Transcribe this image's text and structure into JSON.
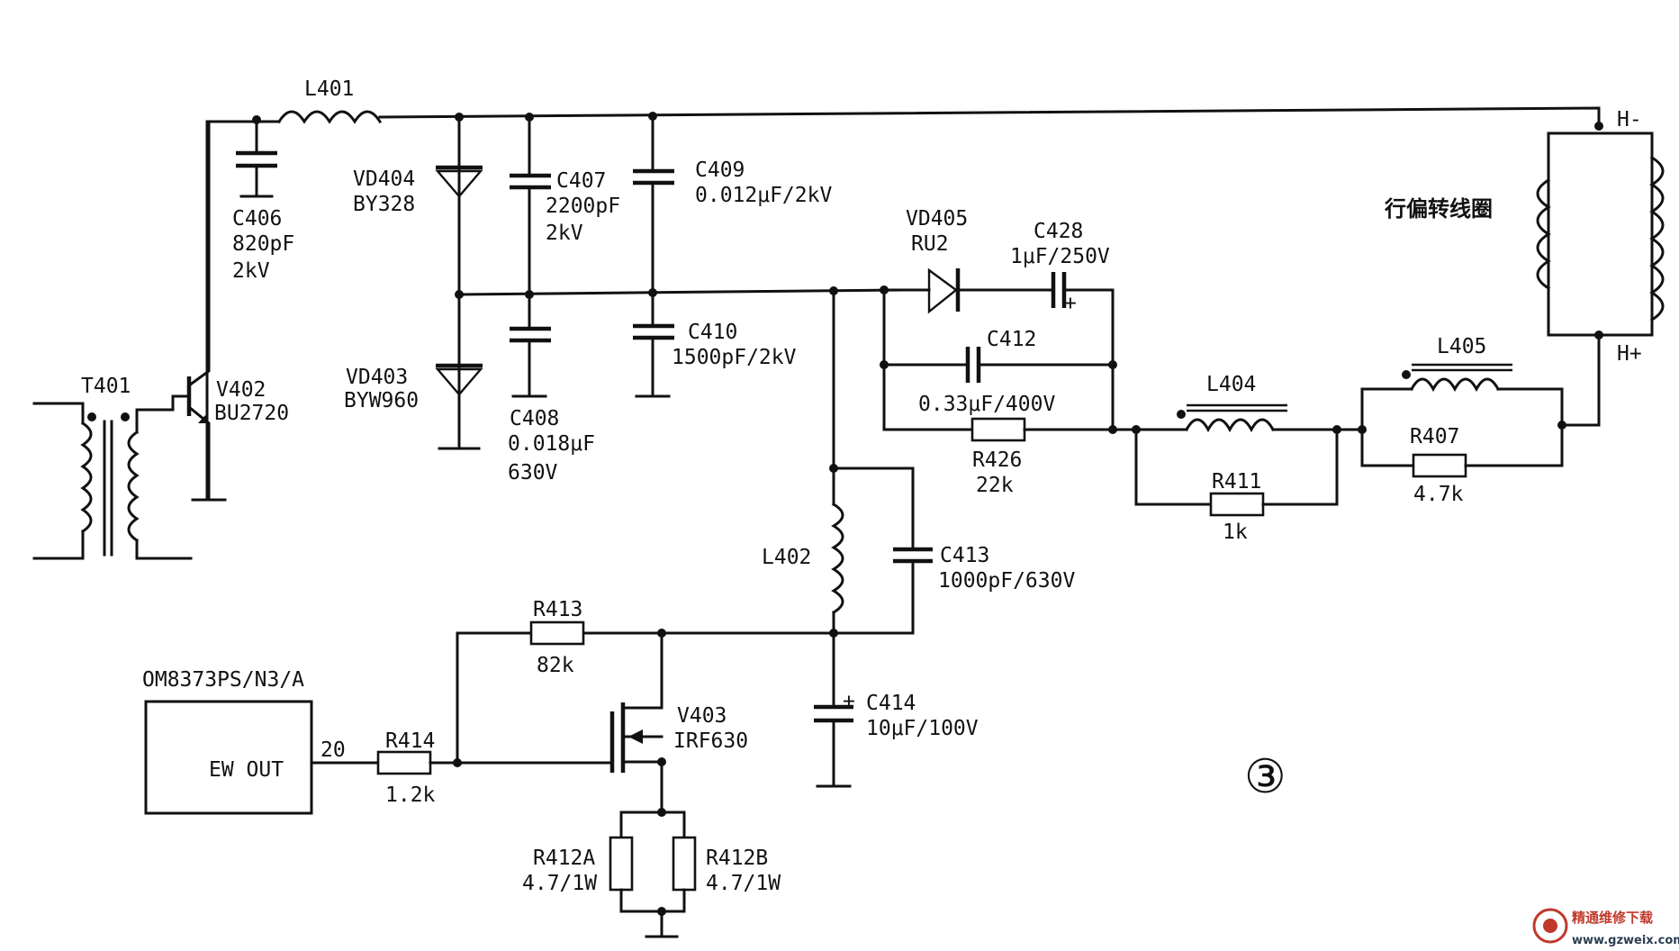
{
  "labels": {
    "L401": "L401",
    "C406": "C406",
    "C406_val": "820pF",
    "C406_v": "2kV",
    "VD404": "VD404",
    "VD404_part": "BY328",
    "C407": "C407",
    "C407_val": "2200pF",
    "C407_v": "2kV",
    "C409": "C409",
    "C409_val": "0.012μF/2kV",
    "VD403": "VD403",
    "VD403_part": "BYW960",
    "C408": "C408",
    "C408_val": "0.018μF",
    "C408_v": "630V",
    "C410": "C410",
    "C410_val": "1500pF/2kV",
    "T401": "T401",
    "V402": "V402",
    "V402_part": "BU2720",
    "VD405": "VD405",
    "VD405_part": "RU2",
    "C428": "C428",
    "C428_val": "1μF/250V",
    "C412": "C412",
    "C412_val": "0.33μF/400V",
    "R426": "R426",
    "R426_val": "22k",
    "L404": "L404",
    "R411": "R411",
    "R411_val": "1k",
    "L405": "L405",
    "R407": "R407",
    "R407_val": "4.7k",
    "H_minus": "H-",
    "H_plus": "H+",
    "coil": "行偏转线圈",
    "L402": "L402",
    "C413": "C413",
    "C413_val": "1000pF/630V",
    "R413": "R413",
    "R413_val": "82k",
    "IC": "OM8373PS/N3/A",
    "IC_pin_name": "EW OUT",
    "IC_pin_num": "20",
    "R414": "R414",
    "R414_val": "1.2k",
    "V403": "V403",
    "V403_part": "IRF630",
    "C414": "C414",
    "C414_val": "10μF/100V",
    "R412A": "R412A",
    "R412A_val": "4.7/1W",
    "R412B": "R412B",
    "R412B_val": "4.7/1W",
    "figure_number": "③",
    "plus": "+"
  },
  "watermark": {
    "site_cn": "精通维修下载",
    "url": "www.gzweix.com",
    "color": "#c0392b"
  }
}
